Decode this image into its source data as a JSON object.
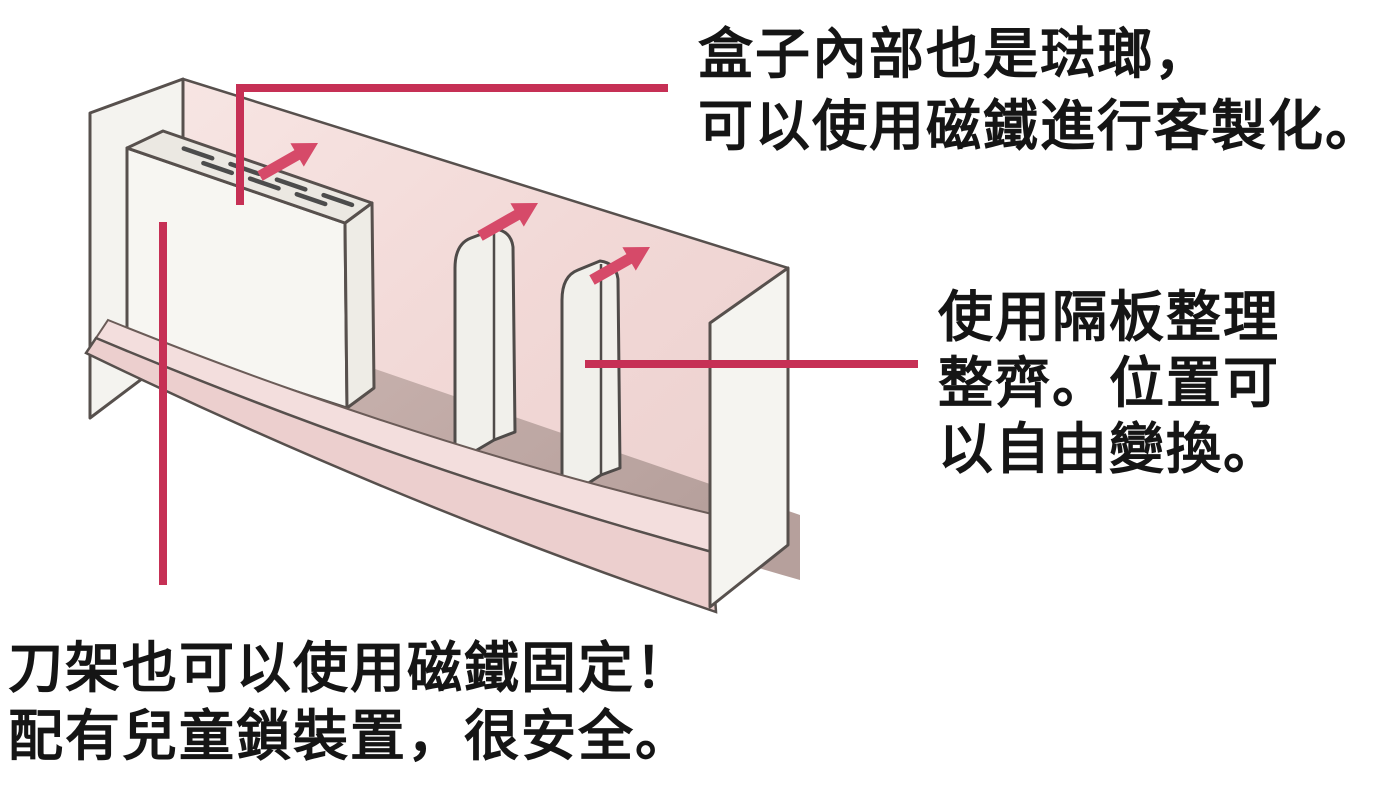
{
  "annotations": {
    "enamel_interior": {
      "lines": [
        "盒子內部也是琺瑯，",
        "可以使用磁鐵進行客製化。"
      ]
    },
    "dividers": {
      "lines": [
        "使用隔板整理",
        "整齊。位置可",
        "以自由變換。"
      ]
    },
    "knife_rack": {
      "lines": [
        "刀架也可以使用磁鐵固定！",
        "配有兒童鎖裝置，很安全。"
      ]
    }
  },
  "icons": {
    "arrow": "up-right-arrow-icon",
    "arrow_count": 3
  },
  "colors": {
    "background": "#ffffff",
    "callout_red": "#c63055",
    "arrow_red": "#d64a69",
    "wall_pink": "#f3dcda",
    "floor_mauve": "#c4aca8",
    "lip_pink_light": "#f3dedd",
    "lip_pink": "#eccfce",
    "panel_white": "#f5f4f0",
    "slot_gray": "#4c4c4c",
    "outline": "#57504d",
    "text": "#151515"
  }
}
